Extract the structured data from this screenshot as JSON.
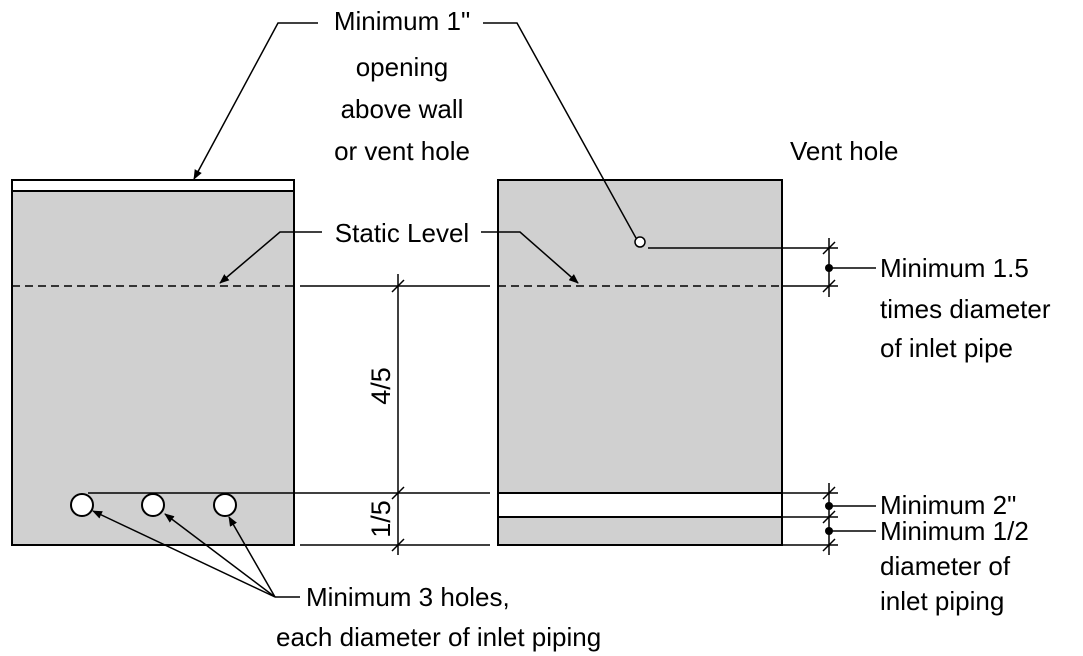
{
  "labels": {
    "top_opening": [
      "Minimum 1\"",
      "opening",
      "above wall",
      "or vent hole"
    ],
    "vent_hole": "Vent hole",
    "static_level": "Static Level",
    "min_1_5": [
      "Minimum 1.5",
      "times diameter",
      "of inlet pipe"
    ],
    "min_2": "Minimum 2\"",
    "min_half": [
      "Minimum 1/2",
      "diameter of",
      "inlet piping"
    ],
    "holes": [
      "Minimum 3 holes,",
      "each diameter of inlet piping"
    ],
    "dim_upper": "4/5",
    "dim_lower": "1/5"
  },
  "colors": {
    "fill": "#d0d0d0",
    "stroke": "#000000",
    "background": "#ffffff"
  }
}
